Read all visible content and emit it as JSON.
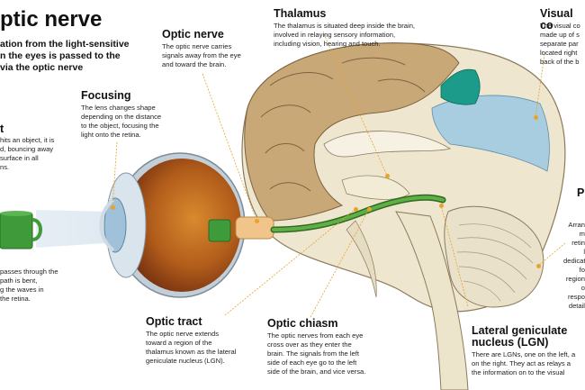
{
  "title": "ptic nerve",
  "intro": {
    "line1": "ation from the light-sensitive",
    "line2": "n the eyes is passed to the",
    "line3": "via the optic nerve"
  },
  "light": {
    "heading": "t",
    "line1": "hits an object, it is",
    "line2": "d, bouncing away",
    "line3": "surface in all",
    "line4": "ns."
  },
  "refraction": {
    "line1": "passes through the",
    "line2": "path is bent,",
    "line3": "g the waves in",
    "line4": "the retina."
  },
  "focusing": {
    "heading": "Focusing",
    "line1": "The lens changes shape",
    "line2": "depending on the distance",
    "line3": "to the object, focusing the",
    "line4": "light onto the retina."
  },
  "optic_nerve": {
    "heading": "Optic nerve",
    "line1": "The optic nerve carries",
    "line2": "signals away from the eye",
    "line3": "and toward the brain."
  },
  "thalamus": {
    "heading": "Thalamus",
    "line1": "The thalamus is situated deep inside the brain,",
    "line2": "involved in relaying sensory information,",
    "line3": "including vision, hearing and touch."
  },
  "visual_cortex": {
    "heading": "Visual co",
    "line1": "The visual co",
    "line2": "made up of s",
    "line3": "separate par",
    "line4": "located right",
    "line5": "back of the b"
  },
  "right_edge": {
    "heading": "P",
    "line1": "Arran",
    "line2": "m",
    "line3": "retin",
    "line4": "l",
    "line5": "dedicat",
    "line6": "fo",
    "line7": "region o",
    "line8": "respo",
    "line9": "detail"
  },
  "optic_tract": {
    "heading": "Optic tract",
    "line1": "The optic nerve extends",
    "line2": "toward a region of the",
    "line3": "thalamus known as the lateral",
    "line4": "geniculate nucleus (LGN)."
  },
  "optic_chiasm": {
    "heading": "Optic chiasm",
    "line1": "The optic nerves from each eye",
    "line2": "cross over as they enter the",
    "line3": "brain. The signals from the left",
    "line4": "side of each eye go to the left",
    "line5": "side of the brain, and vice versa."
  },
  "lgn": {
    "heading1": "Lateral geniculate",
    "heading2": "nucleus (LGN)",
    "line1": "There are LGNs, one on the left, a",
    "line2": "on the right. They act as relays a",
    "line3": "the information on to the visual"
  },
  "colors": {
    "brain_tan": "#c9a878",
    "brain_light": "#efe6cf",
    "visual_blue": "#a9cde0",
    "visual_teal": "#1d9b8a",
    "nerve_green": "#3f8a2e",
    "eye_orange": "#b8641e",
    "cup_green": "#3f9a3a",
    "leader": "#e8a32c"
  }
}
